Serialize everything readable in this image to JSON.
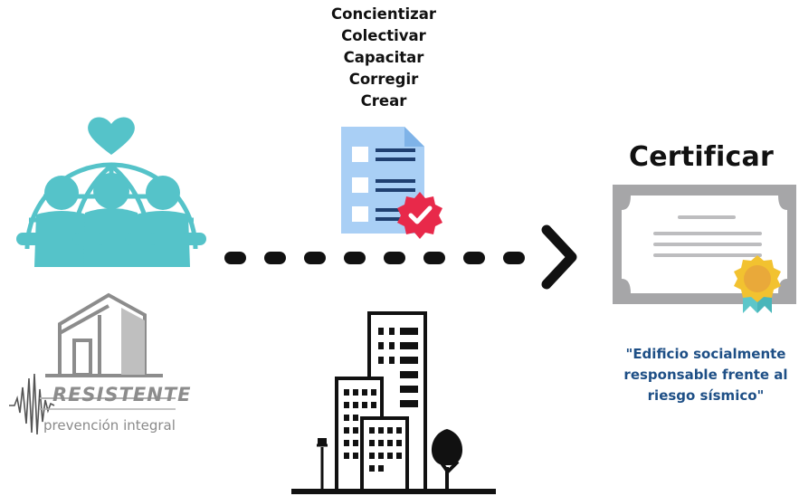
{
  "steps": [
    "Concientizar",
    "Colectivar",
    "Capacitar",
    "Corregir",
    "Crear"
  ],
  "certificate": {
    "title": "Certificar",
    "quote_lines": [
      "\"Edificio socialmente",
      "responsable frente al",
      "riesgo sísmico\""
    ]
  },
  "logo": {
    "name": "RESISTENTE",
    "tagline": "prevención integral"
  },
  "colors": {
    "community_teal": "#55c3c9",
    "document_blue": "#a9cff5",
    "badge_red": "#e8294a",
    "quote_blue": "#1e4f86",
    "certificate_gray": "#a6a6a8"
  },
  "icons": [
    "community-globe-icon",
    "checklist-document-icon",
    "dotted-arrow-icon",
    "certificate-icon",
    "city-buildings-icon",
    "resistente-logo-icon"
  ]
}
